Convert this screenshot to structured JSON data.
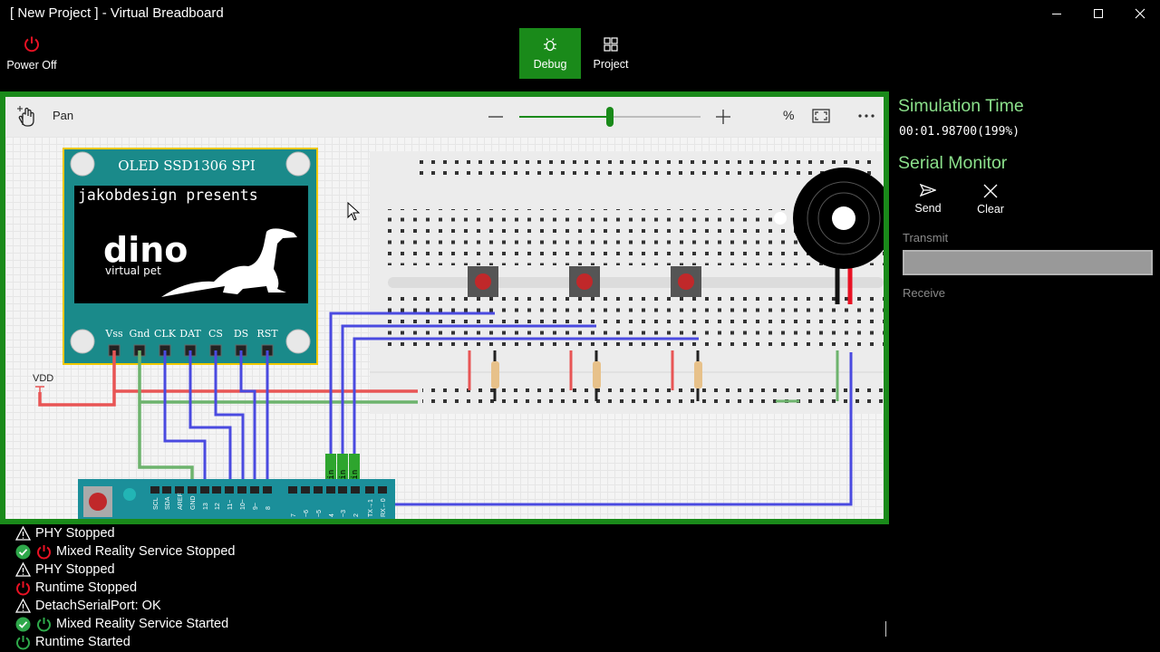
{
  "window": {
    "title": "[ New Project ] - Virtual Breadboard"
  },
  "commands": {
    "power_off": "Power Off",
    "debug": "Debug",
    "project": "Project"
  },
  "toolbar": {
    "tool": "Pan",
    "zoom_level": 0.5,
    "percent_label": "%"
  },
  "board": {
    "oled": {
      "title": "OLED SSD1306 SPI",
      "screen_line1": "jakobdesign presents",
      "screen_logo": "dino",
      "screen_sub": "virtual pet",
      "pins": [
        "Vss",
        "Gnd",
        "CLK",
        "DAT",
        "CS",
        "DS",
        "RST"
      ]
    },
    "vdd_label": "VDD",
    "din_labels": [
      "Din",
      "Din",
      "Din"
    ],
    "arduino_pins_left": [
      "SCL",
      "SDA",
      "AREF",
      "GND",
      "13",
      "12",
      "11~",
      "10~",
      "9~",
      "8"
    ],
    "arduino_pins_right": [
      "7",
      "~6",
      "~5",
      "4",
      "~3",
      "2",
      "TX→1",
      "RX←0"
    ]
  },
  "side": {
    "sim_title": "Simulation Time",
    "sim_time": "00:01.98700(199%)",
    "serial_title": "Serial Monitor",
    "send": "Send",
    "clear": "Clear",
    "transmit": "Transmit",
    "transmit_value": "",
    "receive": "Receive"
  },
  "log": [
    {
      "icons": [
        "warning-icon"
      ],
      "text": "PHY Stopped"
    },
    {
      "icons": [
        "check-icon",
        "power-red-icon"
      ],
      "text": "Mixed Reality Service Stopped"
    },
    {
      "icons": [
        "warning-icon"
      ],
      "text": "PHY Stopped"
    },
    {
      "icons": [
        "power-red-icon"
      ],
      "text": "Runtime Stopped"
    },
    {
      "icons": [
        "warning-icon"
      ],
      "text": "DetachSerialPort: OK"
    },
    {
      "icons": [
        "check-icon",
        "power-green-icon"
      ],
      "text": "Mixed Reality Service Started"
    },
    {
      "icons": [
        "power-green-icon"
      ],
      "text": "Runtime Started"
    }
  ],
  "colors": {
    "accent_green": "#1a8a1a",
    "heading_green": "#8be08b",
    "power_red": "#e81123",
    "wire_red": "#e85555",
    "wire_green": "#6db36d",
    "wire_blue": "#4a4ae0",
    "pcb_teal": "#1a8a8a",
    "arduino_teal": "#1b8f9a"
  }
}
